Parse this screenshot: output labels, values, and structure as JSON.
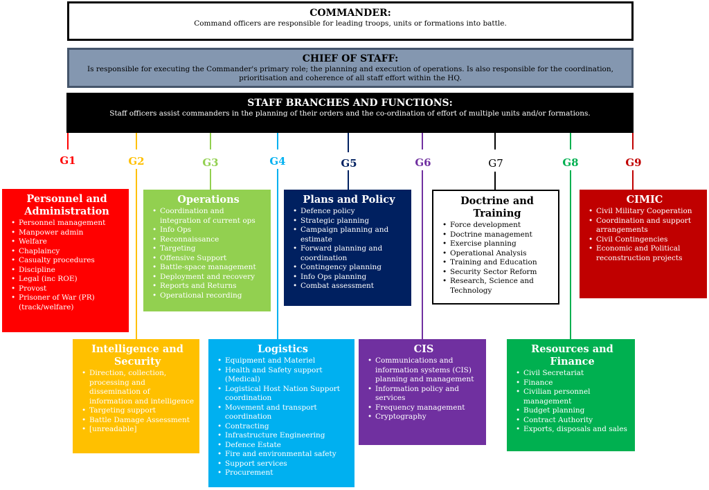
{
  "commander": {
    "title": "COMMANDER:",
    "desc": "Command officers are responsible for leading troops, units or formations into battle."
  },
  "chief": {
    "title": "CHIEF OF STAFF:",
    "desc": "Is responsible for executing the Commander's primary role; the planning and execution of operations. Is also responsible for the coordination, prioritisation and coherence of all staff effort within the HQ."
  },
  "staff": {
    "title": "STAFF BRANCHES AND FUNCTIONS:",
    "desc": "Staff officers assist commanders in the planning of their orders and the co-ordination of effort of multiple units and/or formations."
  },
  "colors": {
    "g1": "#ff0000",
    "g2": "#ffc000",
    "g3": "#92d050",
    "g4": "#00b0f0",
    "g5": "#002060",
    "g6": "#7030a0",
    "g7": "#000000",
    "g8": "#00b050",
    "g9": "#c00000",
    "chief_bg": "#8497b0"
  },
  "branches": [
    {
      "label": "G1",
      "title": "Personnel and Administration",
      "items": [
        "Personnel management",
        "Manpower admin",
        "Welfare",
        "Chaplaincy",
        "Casualty procedures",
        "Discipline",
        "Legal (inc ROE)",
        "Provost",
        "Prisoner of War (PR) (track/welfare)"
      ]
    },
    {
      "label": "G2",
      "title": "Intelligence and Security",
      "items": [
        "Direction, collection, processing and dissemination of information and intelligence",
        "Targeting support",
        "Battle Damage Assessment",
        "[unreadable]"
      ]
    },
    {
      "label": "G3",
      "title": "Operations",
      "items": [
        "Coordination and integration of current ops",
        "Info Ops",
        "Reconnaissance",
        "Targeting",
        "Offensive Support",
        "Battle-space management",
        "Deployment and recovery",
        "Reports and Returns",
        "Operational recording"
      ]
    },
    {
      "label": "G4",
      "title": "Logistics",
      "items": [
        "Equipment and Materiel",
        "Health and Safety support (Medical)",
        "Logistical Host Nation Support coordination",
        "Movement and transport coordination",
        "Contracting",
        "Infrastructure Engineering",
        "Defence Estate",
        "Fire and environmental safety",
        "Support services",
        "Procurement"
      ]
    },
    {
      "label": "G5",
      "title": "Plans and Policy",
      "items": [
        "Defence policy",
        "Strategic planning",
        "Campaign planning and estimate",
        "Forward planning and coordination",
        "Contingency planning",
        "Info Ops planning",
        "Combat assessment"
      ]
    },
    {
      "label": "G6",
      "title": "CIS",
      "items": [
        "Communications and information systems (CIS) planning and management",
        "Information policy and services",
        "Frequency management",
        "Cryptography"
      ]
    },
    {
      "label": "G7",
      "title": "Doctrine and Training",
      "items": [
        "Force development",
        "Doctrine management",
        "Exercise planning",
        "Operational Analysis",
        "Training and Education",
        "Security Sector Reform",
        "Research, Science and Technology"
      ]
    },
    {
      "label": "G8",
      "title": "Resources and Finance",
      "items": [
        "Civil Secretariat",
        "Finance",
        "Civilian personnel management",
        "Budget planning",
        "Contract Authority",
        "Exports, disposals and sales"
      ]
    },
    {
      "label": "G9",
      "title": "CIMIC",
      "items": [
        "Civil Military Cooperation",
        "Coordination and support arrangements",
        "Civil Contingencies",
        "Economic and Political reconstruction projects"
      ]
    }
  ]
}
